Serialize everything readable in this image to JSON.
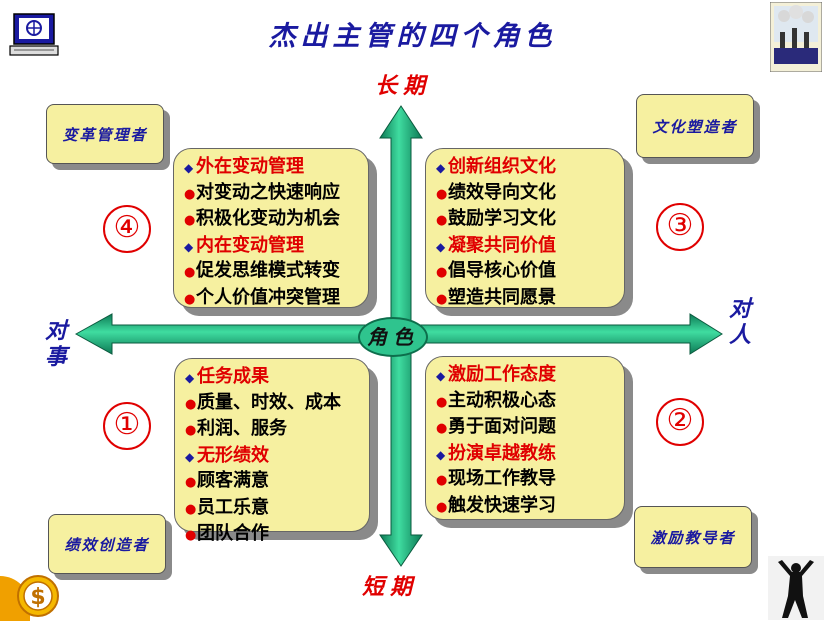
{
  "title": "杰出主管的四个角色",
  "axes": {
    "top": "长期",
    "bottom": "短期",
    "left": "对事",
    "right": "对人",
    "center": "角色"
  },
  "roles": {
    "top_left": "变革管理者",
    "top_right": "文化塑造者",
    "bottom_left": "绩效创造者",
    "bottom_right": "激励教导者"
  },
  "quadrants": {
    "q4": {
      "number": "④",
      "items": [
        {
          "text": "外在变动管理",
          "kind": "h"
        },
        {
          "text": "对变动之快速响应",
          "kind": "b"
        },
        {
          "text": "积极化变动为机会",
          "kind": "b"
        },
        {
          "text": "内在变动管理",
          "kind": "h"
        },
        {
          "text": "促发思维模式转变",
          "kind": "b"
        },
        {
          "text": "个人价值冲突管理",
          "kind": "b"
        }
      ]
    },
    "q3": {
      "number": "③",
      "items": [
        {
          "text": "创新组织文化",
          "kind": "h"
        },
        {
          "text": "绩效导向文化",
          "kind": "b"
        },
        {
          "text": "鼓励学习文化",
          "kind": "b"
        },
        {
          "text": "凝聚共同价值",
          "kind": "h"
        },
        {
          "text": "倡导核心价值",
          "kind": "b"
        },
        {
          "text": "塑造共同愿景",
          "kind": "b"
        }
      ]
    },
    "q1": {
      "number": "①",
      "items": [
        {
          "text": "任务成果",
          "kind": "h"
        },
        {
          "text": "质量、时效、成本",
          "kind": "b"
        },
        {
          "text": "利润、服务",
          "kind": "b"
        },
        {
          "text": "无形绩效",
          "kind": "h"
        },
        {
          "text": "顾客满意",
          "kind": "b"
        },
        {
          "text": "员工乐意",
          "kind": "b"
        },
        {
          "text": "团队合作",
          "kind": "b"
        }
      ]
    },
    "q2": {
      "number": "②",
      "items": [
        {
          "text": "激励工作态度",
          "kind": "h"
        },
        {
          "text": "主动积极心态",
          "kind": "b"
        },
        {
          "text": "勇于面对问题",
          "kind": "b"
        },
        {
          "text": "扮演卓越教练",
          "kind": "h"
        },
        {
          "text": "现场工作教导",
          "kind": "b"
        },
        {
          "text": "触发快速学习",
          "kind": "b"
        }
      ]
    }
  },
  "colors": {
    "arrow": "#2fc48e",
    "arrow_dark": "#0d7a55",
    "panel": "#f6f0a0",
    "accent_red": "#e00000",
    "accent_blue": "#1a1aa0"
  }
}
